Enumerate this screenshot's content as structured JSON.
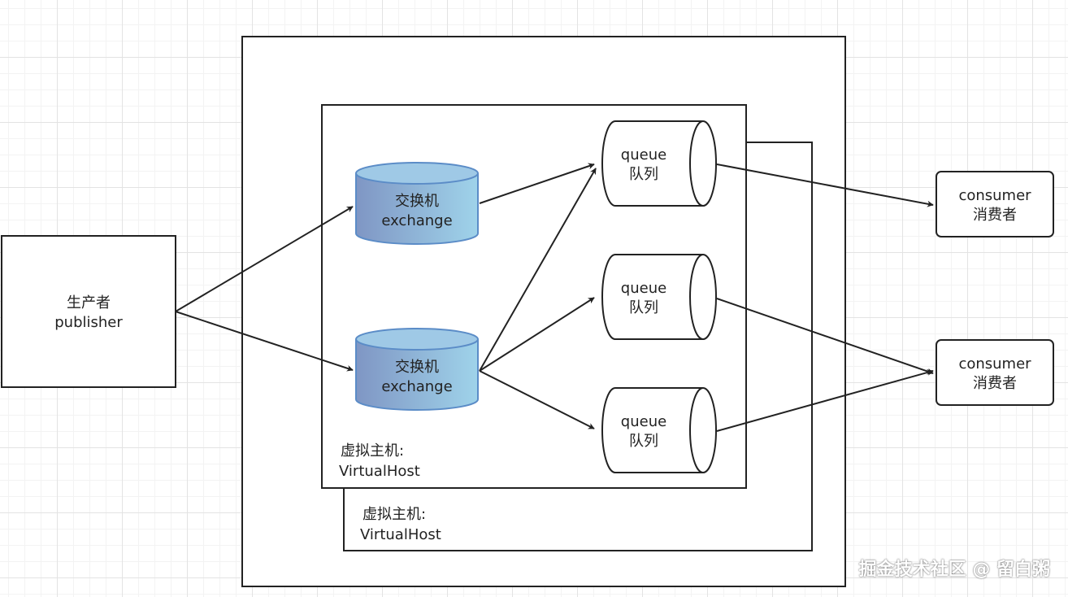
{
  "publisher": {
    "line1": "生产者",
    "line2": "publisher"
  },
  "exchanges": [
    {
      "line1": "交换机",
      "line2": "exchange"
    },
    {
      "line1": "交换机",
      "line2": "exchange"
    }
  ],
  "queues": [
    {
      "line1": "queue",
      "line2": "队列"
    },
    {
      "line1": "queue",
      "line2": "队列"
    },
    {
      "line1": "queue",
      "line2": "队列"
    }
  ],
  "consumers": [
    {
      "line1": "consumer",
      "line2": "消费者"
    },
    {
      "line1": "consumer",
      "line2": "消费者"
    }
  ],
  "virtual_hosts": [
    {
      "line1": "虚拟主机:",
      "line2": "VirtualHost"
    },
    {
      "line1": "虚拟主机:",
      "line2": "VirtualHost"
    }
  ],
  "watermark": "掘金技术社区 @ 留白粥",
  "colors": {
    "stroke": "#222222",
    "cylinder_top": "#5b8cc7",
    "cylinder_body_start": "#7f96c4",
    "cylinder_body_end": "#9fd3ea"
  }
}
